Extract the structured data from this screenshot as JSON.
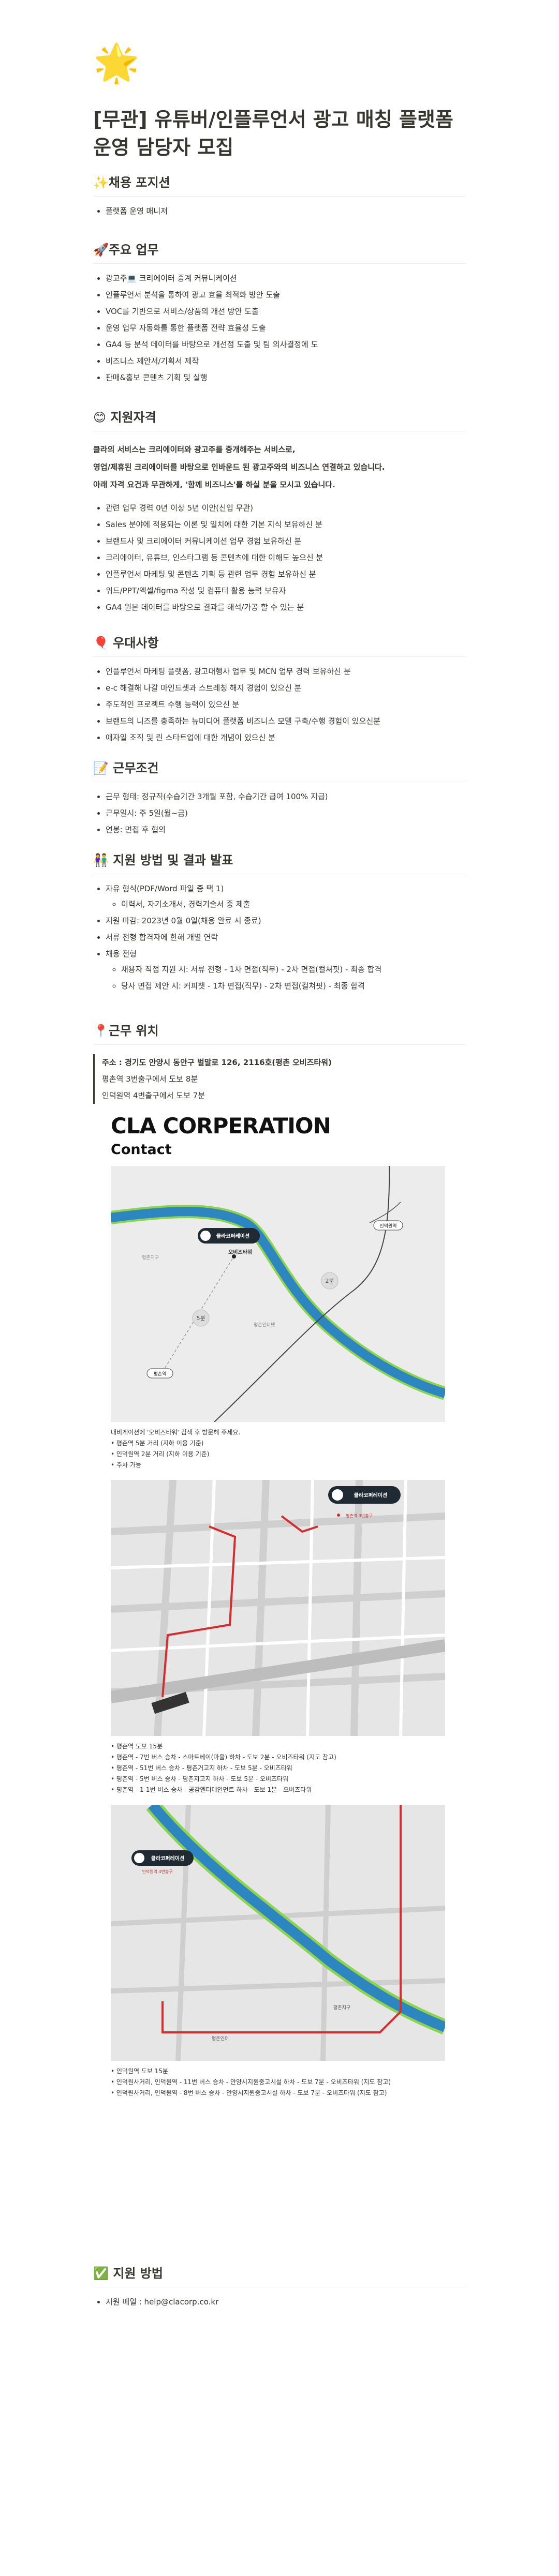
{
  "hero_icon": "🌟",
  "title": "[무관] 유튜버/인플루언서 광고 매칭 플랫폼 운영 담당자 모집",
  "position": {
    "heading": "✨채용 포지션",
    "items": [
      "플랫폼 운영 매니저"
    ]
  },
  "duties": {
    "heading": "🚀주요 업무",
    "items": [
      "광고주💻 크리에이터 중계 커뮤니케이션",
      "인플루언서 분석을 통하여 광고 효율 최적화 방안 도출",
      "VOC를 기반으로 서비스/상품의 개선 방안 도출",
      "운영 업무 자동화를 통한 플랫폼 전략 효율성 도출",
      "GA4 등 분석 데이터를 바탕으로 개선점 도출 및 팀 의사결정에 도",
      "비즈니스 제안서/기획서 제작",
      "판매&홍보 콘텐츠 기획 및 실행"
    ]
  },
  "qualifications": {
    "heading": "😊 지원자격",
    "intro": [
      "클라의 서비스는 크리에이터와 광고주를 중개해주는 서비스로,",
      "영업/제휴된 크리에이터를 바탕으로 인바운드 된 광고주와의 비즈니스 연결하고 있습니다.",
      "아래 자격 요건과 무관하게, '함께 비즈니스'를 하실 분을 모시고 있습니다."
    ],
    "items": [
      "관련 업무 경력 0년 이상 5년 이안(신입 무관)",
      "Sales 분야에 적용되는 이론 및 일치에 대한 기본 지식 보유하신 분",
      "브랜드사 및 크리에이터 커뮤니케이션 업무 경험 보유하신 분",
      "크리에이터, 유튜브, 인스타그램 등 콘텐츠에 대한 이해도 높으신 분",
      "인플루언서 마케팅 및 콘텐츠 기획 등 관련 업무 경험 보유하신 분",
      "워드/PPT/엑셀/figma 작성 및 컴퓨터 활용 능력 보유자",
      "GA4 원본 데이터를 바탕으로 결과를 해석/가공 할 수 있는 분"
    ]
  },
  "preferred": {
    "heading": "🎈 우대사항",
    "items": [
      "인플루언서 마케팅 플랫폼, 광고대행사 업무 및 MCN 업무 경력 보유하신 분",
      "e-c 해결해 나갈 마인드셋과 스트레칭 해지 경험이 있으신 분",
      "주도적인 프로젝트 수행 능력이 있으신 분",
      "브랜드의 니즈를 충족하는 뉴미디어 플랫폼 비즈니스 모델 구축/수행 경험이 있으신분",
      "애자일 조직 및 린 스타트업에 대한 개념이 있으신 분"
    ]
  },
  "conditions": {
    "heading": "📝 근무조건",
    "items": [
      "근무 형태: 정규직(수습기간 3개월 포함, 수습기간 급여 100% 지급)",
      "근무일시: 주 5일(월~금)",
      "연봉: 면접 후 협의"
    ]
  },
  "process": {
    "heading": "👫 지원 방법 및 결과 발표",
    "items": [
      {
        "text": "자유 형식(PDF/Word 파일 중 택 1)",
        "sub": [
          "이력서, 자기소개서, 경력기술서 중 제출"
        ]
      },
      {
        "text": "지원 마감: 2023년 0월 0일(채용 완료 시 종료)",
        "sub": []
      },
      {
        "text": "서류 전형 합격자에 한해 개별 연락",
        "sub": []
      },
      {
        "text": "채용 전형",
        "sub": [
          "채용자 직접 지원 시: 서류 전형 - 1차 면접(직무) - 2차 면접(컬쳐핏) - 최종 합격",
          "당사 면접 제안 시: 커피챗 - 1차 면접(직무) - 2차 면접(컬쳐핏) - 최종 합격"
        ]
      }
    ]
  },
  "location": {
    "heading": "📍근무 위치",
    "quote": [
      "주소 : 경기도 안양시 동안구 벌말로 126, 2116호(평촌 오비즈타워)",
      "평촌역 3번출구에서 도보 8분",
      "인덕원역 4번출구에서 도보 7분"
    ],
    "brand": "CLA CORPERATION",
    "contact_label": "Contact",
    "map1": {
      "pin_label": "클라코퍼레이션",
      "place_label": "오비즈타워",
      "walk_5": "5분",
      "walk_2": "2분",
      "station_a": "평촌역",
      "station_b": "인덕원역",
      "area_1": "평촌지구",
      "area_2": "평촌인터넷"
    },
    "notes1": [
      "내비게이션에 '오비즈타워' 검색 후 방문해 주세요.",
      "• 평촌역 5분 거리 (지하 이용 기준)",
      "• 인덕원역 2분 거리 (지하 이용 기준)",
      "• 주차 가능"
    ],
    "map2": {
      "pin_label": "클라코퍼레이션",
      "sub_label": "평촌역 3번출구"
    },
    "notes2": [
      "• 평촌역 도보 15분",
      "• 평촌역 - 7번 버스 승차 - 스마트베이(마을) 하차 - 도보 2분 - 오비즈타워 (지도 참고)",
      "• 평촌역 - 51번 버스 승차 - 평촌거고지 하차 - 도보 5분 - 오비즈타워",
      "• 평촌역 - 5번 버스 승차 - 평촌지고지 하차 - 도보 5분 - 오비즈타워",
      "• 평촌역 - 1-1번 버스 승차 - 공감엔터테인먼트 하차 - 도보 1분 - 오비즈타워"
    ],
    "map3": {
      "pin_label": "클라코퍼레이션",
      "sub_label": "인덕원역 4번출구",
      "area": "평촌지구",
      "area2": "평촌인터"
    },
    "notes3": [
      "• 인덕원역 도보 15분",
      "• 인덕원사거리, 인덕원역 - 11번 버스 승차 - 안양시지원중고시설 하차 - 도보 7분 - 오비즈타워 (지도 참고)",
      "• 인덕원사거리, 인덕원역 - 8번 버스 승차 - 안양시지원중고시설 하차 - 도보 7분 - 오비즈타워 (지도 참고)"
    ]
  },
  "apply": {
    "heading": "✅ 지원 방법",
    "items": [
      "지원 메일 : help@clacorp.co.kr"
    ]
  },
  "colors": {
    "road_river": "#2e86c1",
    "river_edge": "#8bd44b",
    "route": "#d72c2c",
    "map_bg": "#ececec",
    "road": "#ffffff"
  }
}
